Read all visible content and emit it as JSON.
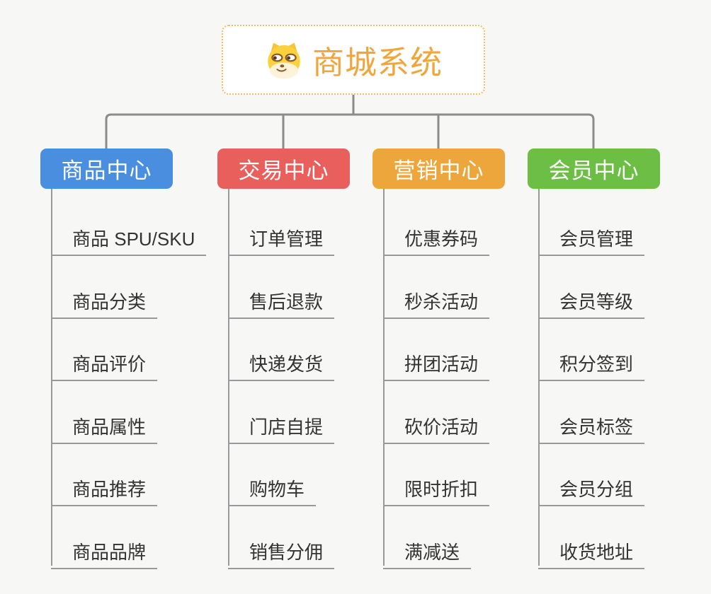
{
  "root": {
    "title": "商城系统",
    "icon": "doge-face-icon",
    "accent_color": "#f0a63c",
    "border_color": "#f6bd5e"
  },
  "connector_color": "#8b8b8b",
  "line_color": "#97999b",
  "branches": [
    {
      "label": "商品中心",
      "color": "#4a8ee0",
      "items": [
        "商品 SPU/SKU",
        "商品分类",
        "商品评价",
        "商品属性",
        "商品推荐",
        "商品品牌"
      ]
    },
    {
      "label": "交易中心",
      "color": "#e85f5c",
      "items": [
        "订单管理",
        "售后退款",
        "快递发货",
        "门店自提",
        "购物车",
        "销售分佣"
      ]
    },
    {
      "label": "营销中心",
      "color": "#eda63b",
      "items": [
        "优惠券码",
        "秒杀活动",
        "拼团活动",
        "砍价活动",
        "限时折扣",
        "满减送"
      ]
    },
    {
      "label": "会员中心",
      "color": "#6dbe45",
      "items": [
        "会员管理",
        "会员等级",
        "积分签到",
        "会员标签",
        "会员分组",
        "收货地址"
      ]
    }
  ]
}
